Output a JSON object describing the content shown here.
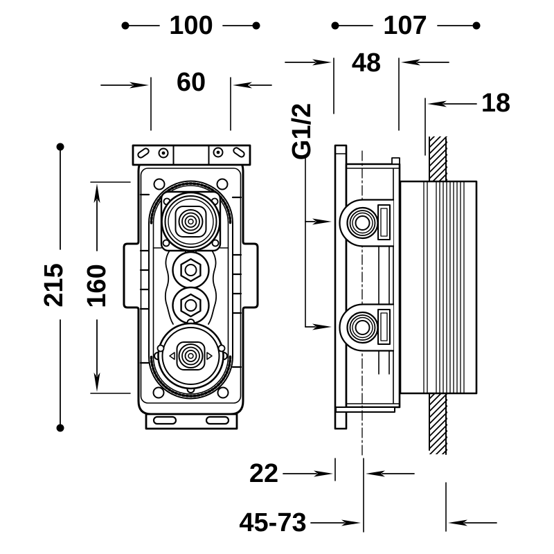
{
  "drawing": {
    "colors": {
      "line": "#000000",
      "background": "#ffffff"
    },
    "dimensions": {
      "front_overall_width": "100",
      "front_bracket_hole_spacing": "60",
      "front_overall_height": "215",
      "front_mounting_hole_spacing": "160",
      "side_overall_depth": "107",
      "side_body_depth": "48",
      "side_wall_min_depth": "18",
      "thread_size": "G1/2",
      "side_plate_to_pipe_axis": "22",
      "side_installation_depth_range": "45-73"
    }
  }
}
